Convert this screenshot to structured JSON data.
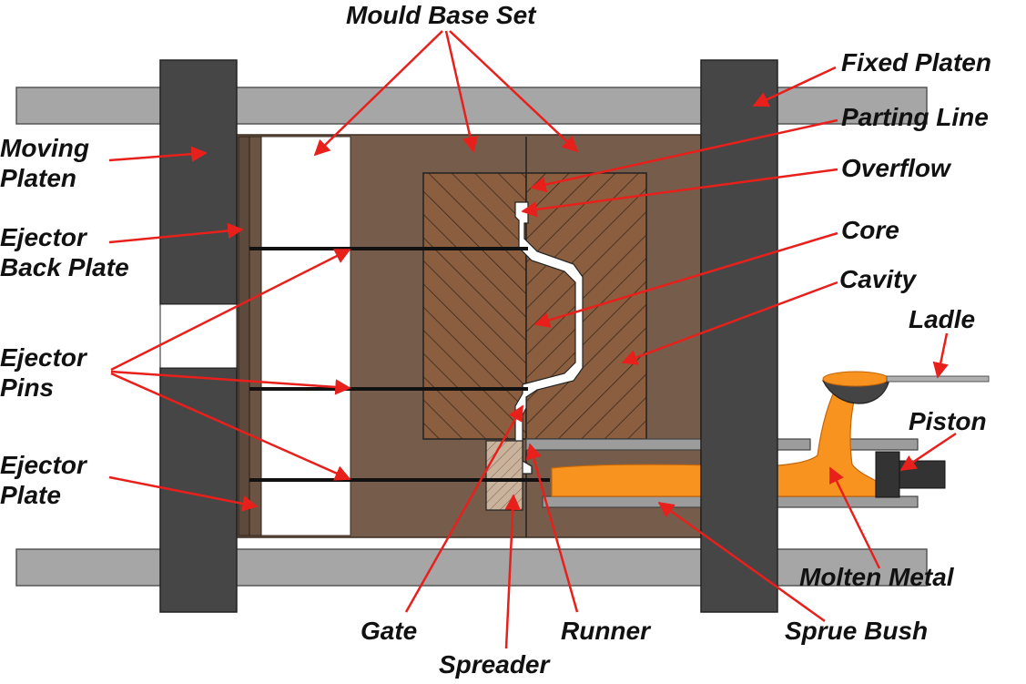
{
  "labels": {
    "mould_base_set": "Mould Base Set",
    "fixed_platen": "Fixed Platen",
    "parting_line": "Parting Line",
    "overflow": "Overflow",
    "core": "Core",
    "cavity": "Cavity",
    "ladle": "Ladle",
    "piston": "Piston",
    "molten_metal": "Molten Metal",
    "sprue_bush": "Sprue Bush",
    "runner": "Runner",
    "gate": "Gate",
    "spreader": "Spreader",
    "moving_platen": [
      "Moving",
      "Platen"
    ],
    "ejector_back_plate": [
      "Ejector",
      "Back Plate"
    ],
    "ejector_pins": [
      "Ejector",
      "Pins"
    ],
    "ejector_plate": [
      "Ejector",
      "Plate"
    ]
  },
  "colors": {
    "tie_bar": "#a6a6a6",
    "platen": "#464646",
    "mould_base": "#755c4b",
    "die_block": "#8a5e3f",
    "molten_metal": "#f7931e",
    "arrow": "#e8201c",
    "shot_sleeve": "#9c9c9c",
    "spreader": "#c9b39d"
  },
  "icons": {
    "hatch": "diagonal-hatch-pattern",
    "arrow": "red-arrowhead"
  }
}
